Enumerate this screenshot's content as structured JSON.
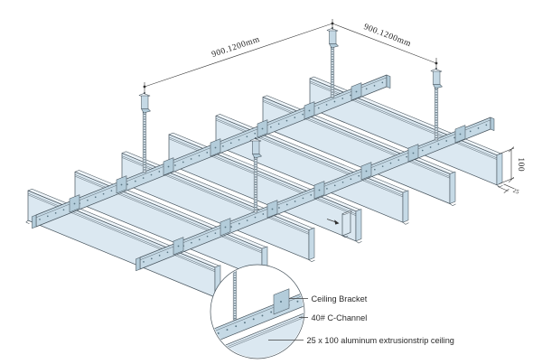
{
  "diagram": {
    "dims": {
      "span_left": "900.1200mm",
      "span_right": "900.1200mm",
      "strip_height": "100",
      "strip_width": "25"
    },
    "callout": {
      "bracket": "Ceiling Bracket",
      "channel": "40# C-Channel",
      "strip": "25 x 100 aluminum extrusionstrip ceiling"
    },
    "colors": {
      "panel_face": "#dbe8f1",
      "panel_top": "#eef4f9",
      "panel_end": "#c6dae6",
      "channel_face": "#c5d9e5",
      "channel_end": "#b2cbd9",
      "clip": "#b3ccda",
      "rod": "#dfe9f0",
      "outline": "#46535c"
    }
  }
}
